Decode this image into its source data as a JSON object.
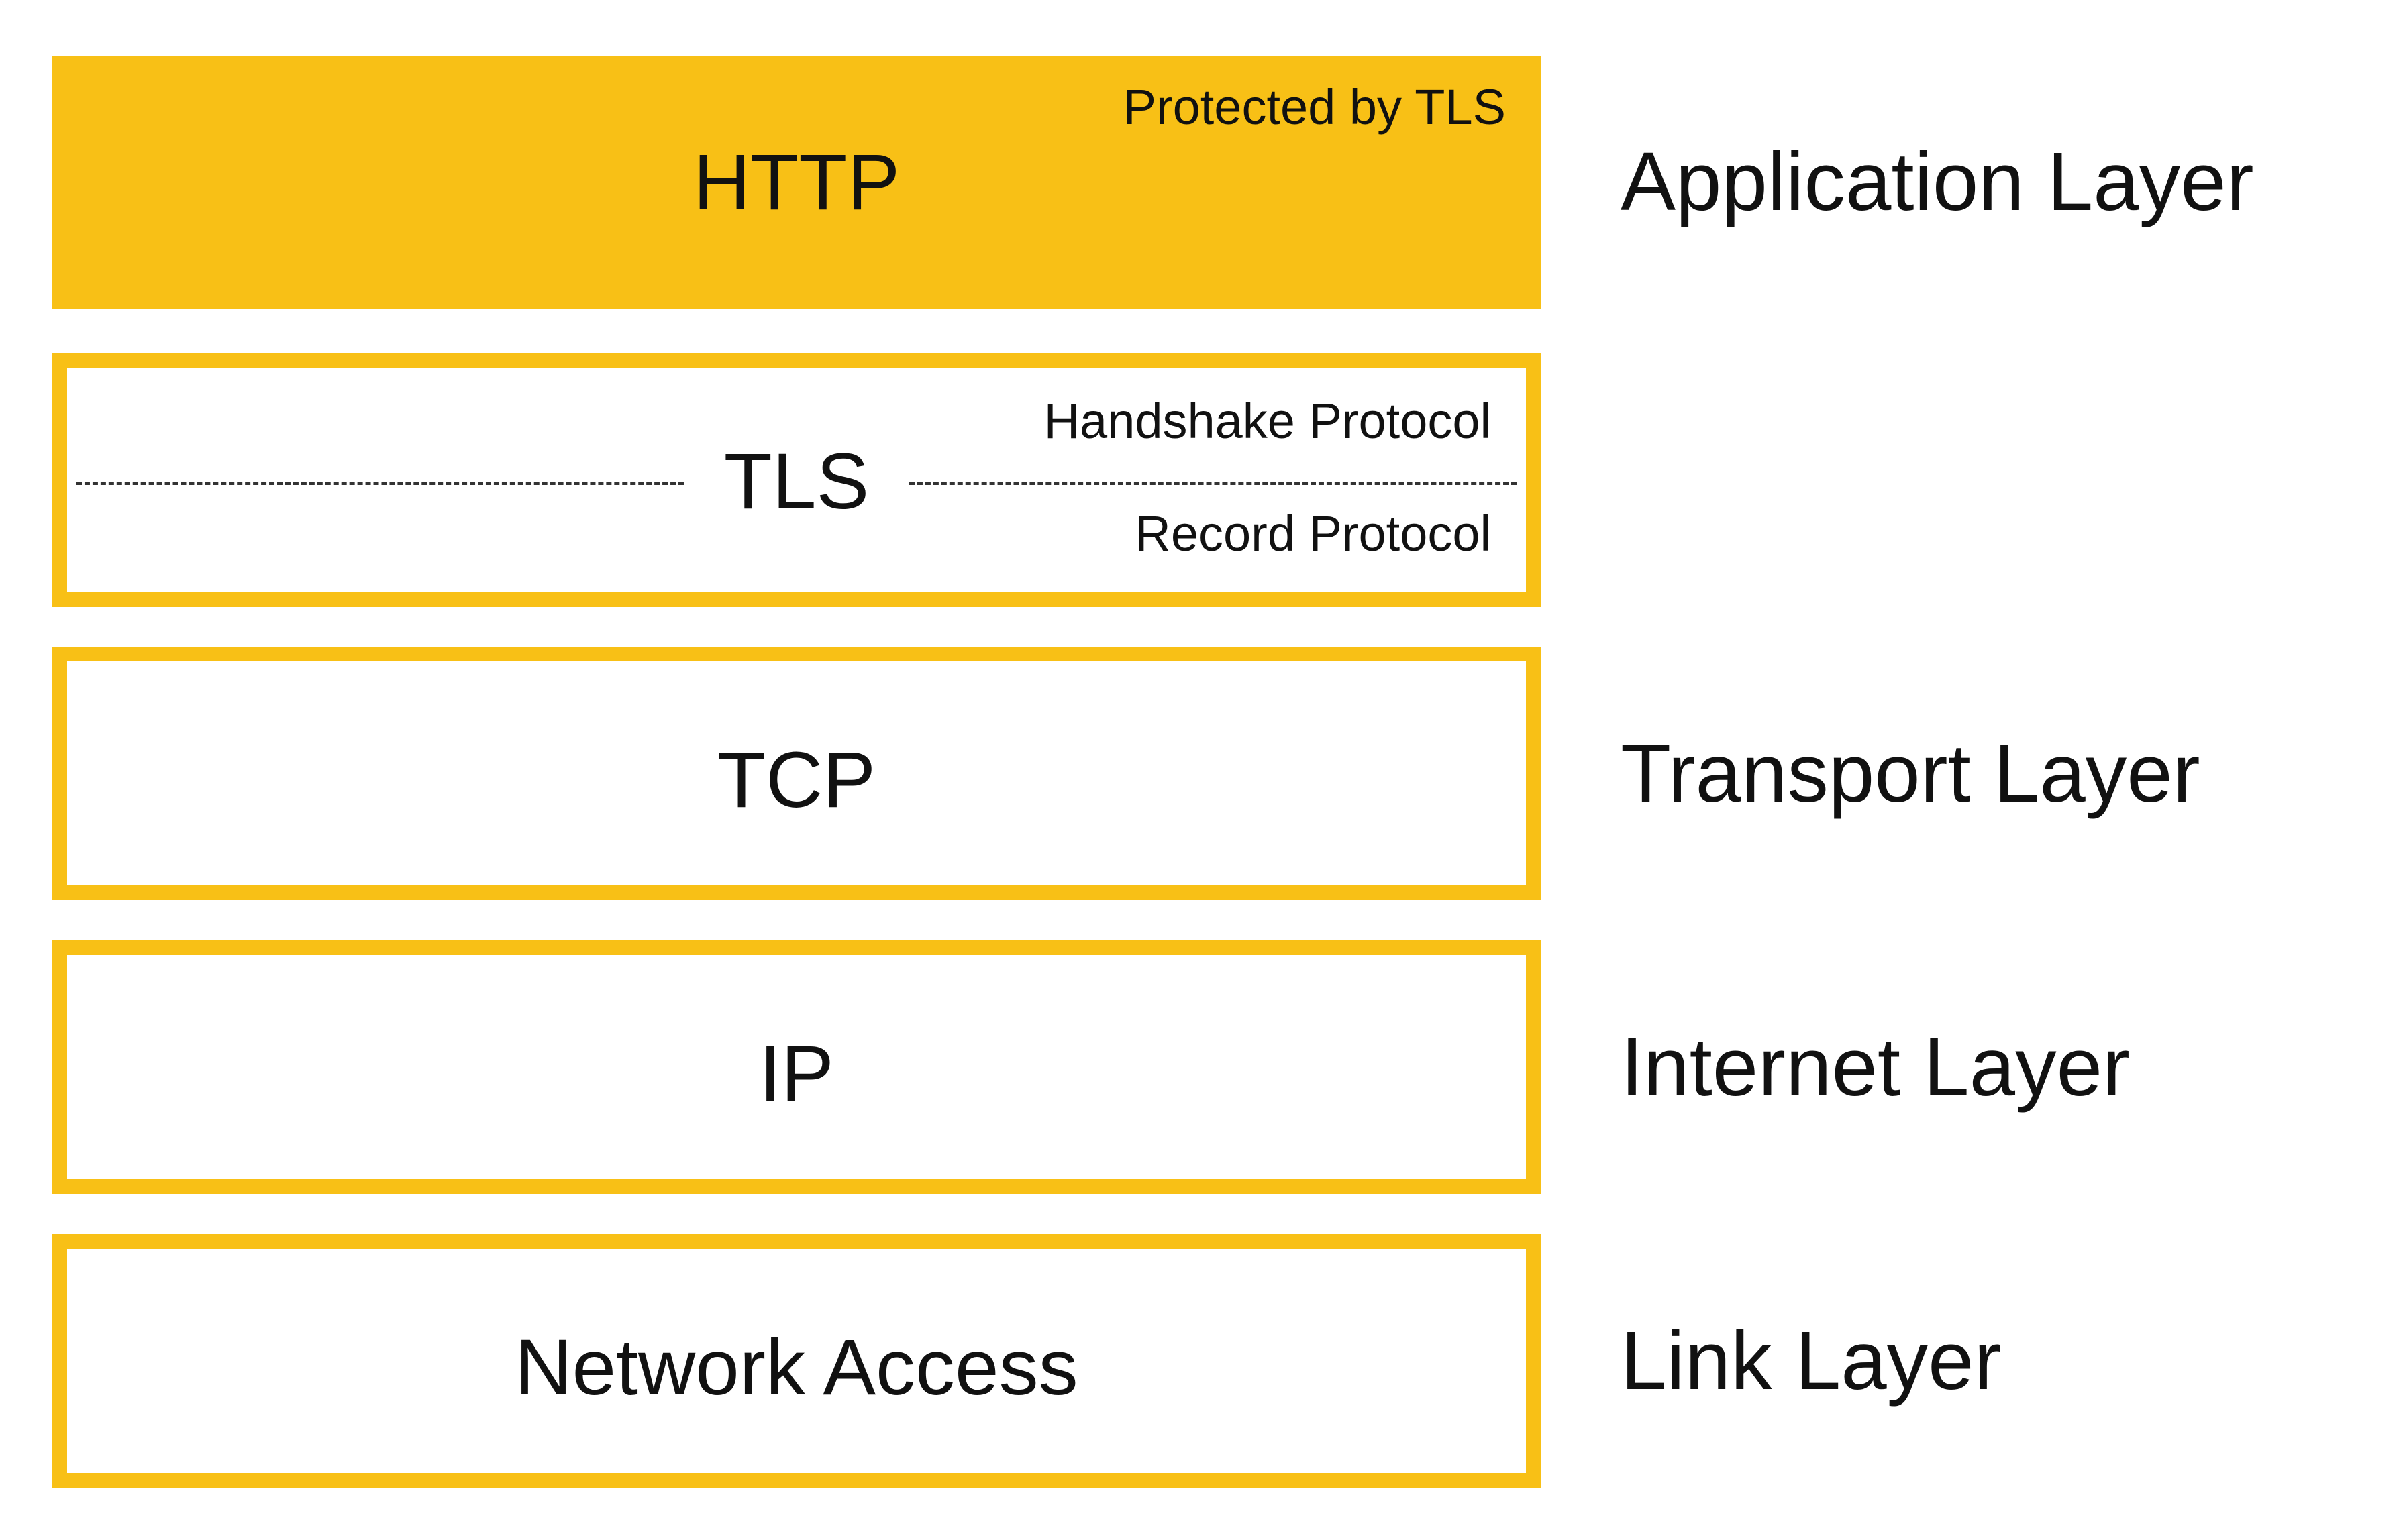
{
  "accent_color": "#F8C016",
  "stack": {
    "http": {
      "label": "HTTP",
      "note": "Protected by TLS"
    },
    "tls": {
      "label": "TLS",
      "upper_sublayer": "Handshake Protocol",
      "lower_sublayer": "Record Protocol"
    },
    "tcp": {
      "label": "TCP"
    },
    "ip": {
      "label": "IP"
    },
    "network_access": {
      "label": "Network Access"
    }
  },
  "layers": {
    "application": "Application Layer",
    "transport": "Transport Layer",
    "internet": "Internet Layer",
    "link": "Link Layer"
  }
}
